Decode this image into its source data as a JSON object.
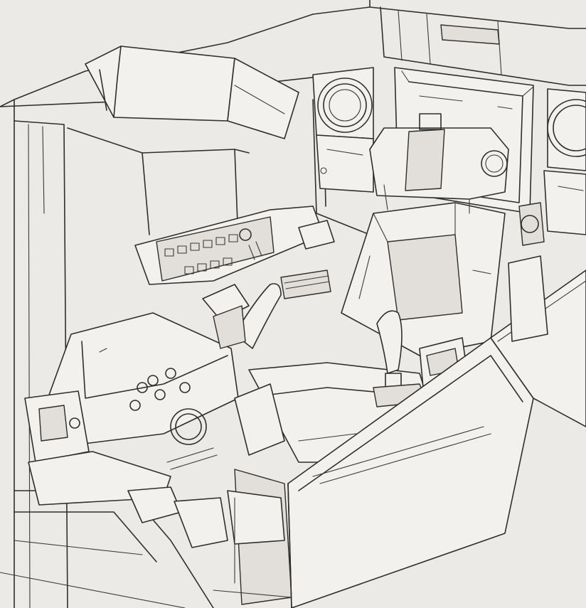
{
  "illustration": {
    "style": "line-art",
    "colors": {
      "paper": "#eceae6",
      "ink": "#2e2e2e"
    },
    "parts": [
      "canopy-frame",
      "left-console",
      "instrument-panel",
      "pilot-seat",
      "headrest",
      "control-stick",
      "right-side-panel",
      "foot-pedals",
      "rear-bulkhead-vents"
    ]
  }
}
